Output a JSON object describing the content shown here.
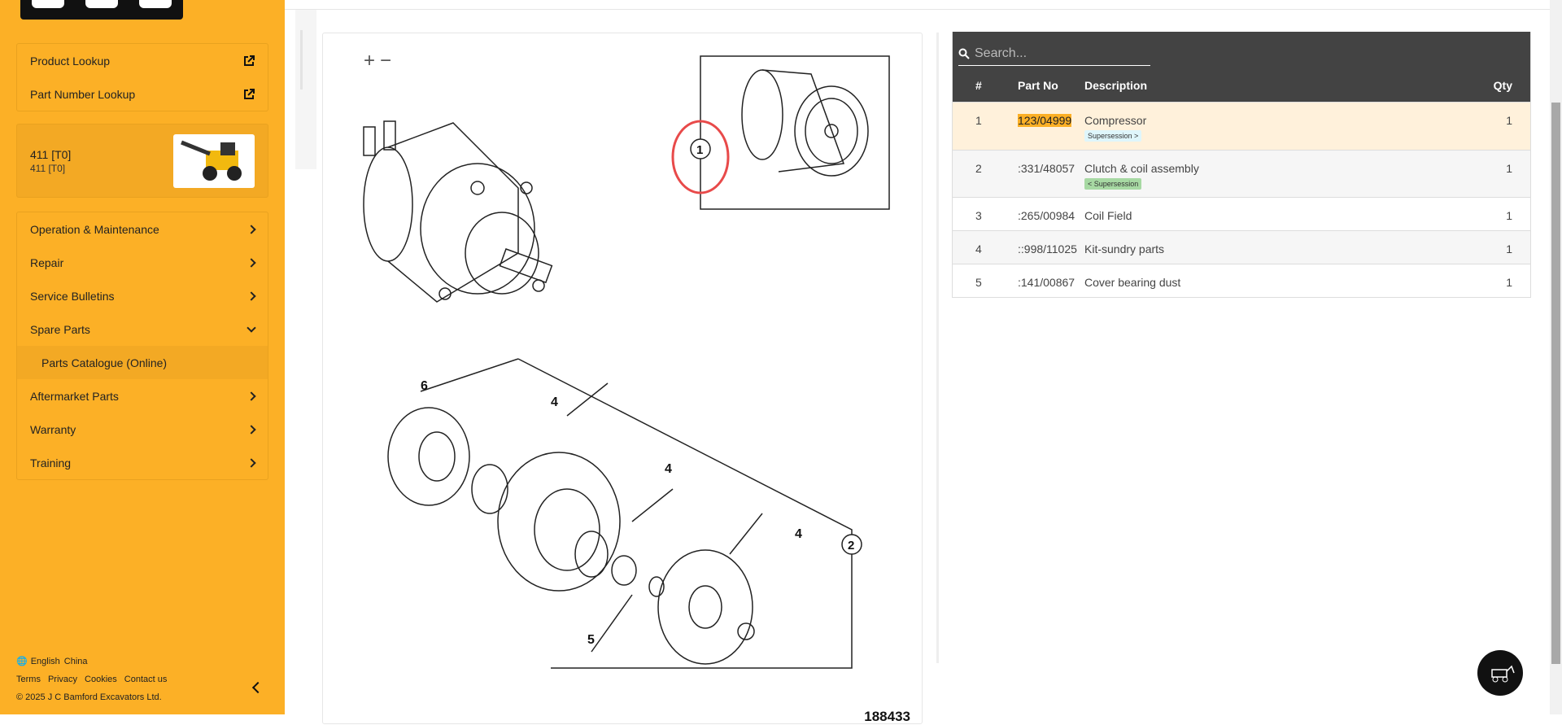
{
  "sidebar": {
    "quick_links": [
      {
        "label": "Product Lookup",
        "icon": "external-link-icon"
      },
      {
        "label": "Part Number Lookup",
        "icon": "external-link-icon"
      }
    ],
    "product": {
      "title": "411 [T0]",
      "subtitle": "411 [T0]"
    },
    "menu": [
      {
        "label": "Operation & Maintenance"
      },
      {
        "label": "Repair"
      },
      {
        "label": "Service Bulletins"
      },
      {
        "label": "Spare Parts",
        "expanded": true
      },
      {
        "label": "Parts Catalogue (Online)",
        "sub": true
      },
      {
        "label": "Aftermarket Parts"
      },
      {
        "label": "Warranty"
      },
      {
        "label": "Training"
      }
    ],
    "footer": {
      "language": "English",
      "region": "China",
      "links": [
        "Terms",
        "Privacy",
        "Cookies",
        "Contact us"
      ],
      "copyright": "© 2025 J C Bamford Excavators Ltd."
    }
  },
  "diagram": {
    "figure_number": "188433",
    "callouts": [
      "1",
      "2",
      "4",
      "4",
      "4",
      "5",
      "6"
    ]
  },
  "parts": {
    "search_placeholder": "Search...",
    "columns": [
      "#",
      "Part No",
      "Description",
      "Qty"
    ],
    "rows": [
      {
        "num": "1",
        "part": "123/04999",
        "desc": "Compressor",
        "qty": "1",
        "badge": "Supersession >"
      },
      {
        "num": "2",
        "part": ":331/48057",
        "desc": "Clutch & coil assembly",
        "qty": "1",
        "badge": "< Supersession"
      },
      {
        "num": "3",
        "part": ":265/00984",
        "desc": "Coil Field",
        "qty": "1"
      },
      {
        "num": "4",
        "part": "::998/11025",
        "desc": "Kit-sundry parts",
        "qty": "1"
      },
      {
        "num": "5",
        "part": ":141/00867",
        "desc": "Cover bearing dust",
        "qty": "1"
      }
    ]
  },
  "colors": {
    "brand": "#fcb026",
    "header": "#434343",
    "selected_row": "#fff1db",
    "badge_next": "#dff6fb",
    "badge_prev": "#a7d9a3"
  }
}
